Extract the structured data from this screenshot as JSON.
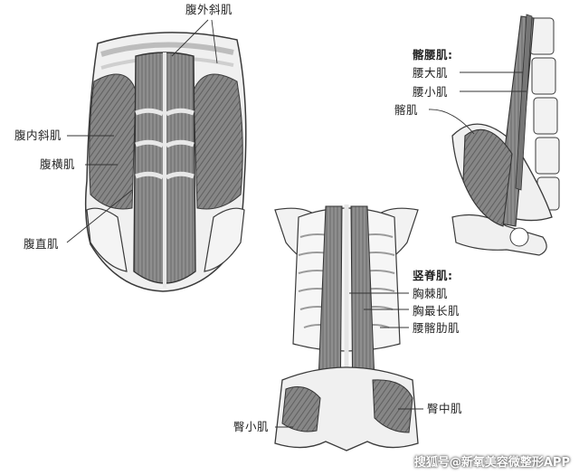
{
  "diagram": {
    "abdomen": {
      "external_oblique": "腹外斜肌",
      "internal_oblique": "腹内斜肌",
      "transverse": "腹横肌",
      "rectus": "腹直肌"
    },
    "iliopsoas": {
      "group": "髂腰肌:",
      "psoas_major": "腰大肌",
      "psoas_minor": "腰小肌",
      "iliacus": "髂肌"
    },
    "back": {
      "group": "竖脊肌:",
      "spinalis": "胸棘肌",
      "longissimus": "胸最长肌",
      "iliocostalis": "腰髂肋肌",
      "gluteus_medius": "臀中肌",
      "gluteus_minimus": "臀小肌"
    }
  },
  "watermark": "搜狐号@新氧美容微整形APP",
  "colors": {
    "muscle": "#8e8e8e",
    "muscle_dark": "#5c5c5c",
    "tendon": "#e8e8e8",
    "bone": "#f2f2f2",
    "outline": "#3a3a3a"
  }
}
